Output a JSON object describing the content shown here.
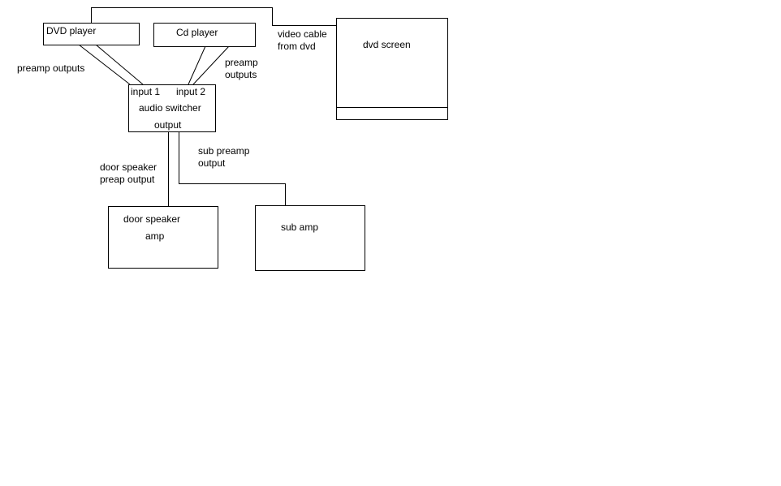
{
  "components": {
    "dvd_player": "DVD player",
    "cd_player": "Cd player",
    "audio_switcher": {
      "input1": "input 1",
      "input2": "input 2",
      "title": "audio switcher",
      "output": "output"
    },
    "dvd_screen": "dvd screen",
    "door_speaker_amp": {
      "line1": "door speaker",
      "line2": "amp"
    },
    "sub_amp": "sub amp"
  },
  "connection_labels": {
    "preamp_outputs_left": "preamp outputs",
    "preamp_outputs_right": [
      "preamp",
      "outputs"
    ],
    "video_cable": [
      "video cable",
      "from dvd"
    ],
    "door_speaker_preamp": [
      "door speaker",
      "preap output"
    ],
    "sub_preamp": [
      "sub preamp",
      "output"
    ]
  }
}
